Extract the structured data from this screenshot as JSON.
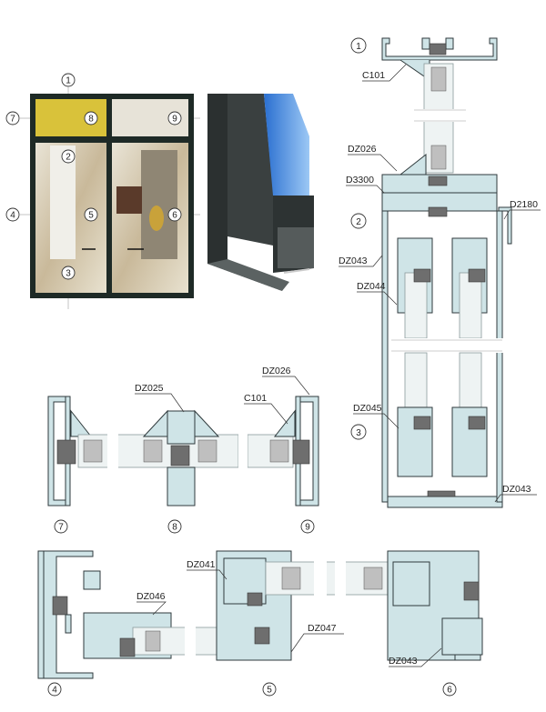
{
  "photo_markers": [
    "1",
    "2",
    "3",
    "4",
    "5",
    "6",
    "7",
    "8",
    "9"
  ],
  "vertical_section": {
    "markers": [
      "1",
      "2",
      "3"
    ],
    "labels": [
      "C101",
      "DZ026",
      "D3300",
      "D2180",
      "DZ043",
      "DZ044",
      "DZ045",
      "DZ043"
    ]
  },
  "horizontal_section_top": {
    "markers": [
      "7",
      "8",
      "9"
    ],
    "labels": [
      "DZ025",
      "DZ026",
      "C101"
    ]
  },
  "horizontal_section_bottom": {
    "markers": [
      "4",
      "5",
      "6"
    ],
    "labels": [
      "DZ046",
      "DZ041",
      "DZ047",
      "DZ043"
    ]
  },
  "colors": {
    "profile": "#cfe4e7",
    "outline": "#2f3a3c",
    "frame_dark": "#1e2a26"
  }
}
